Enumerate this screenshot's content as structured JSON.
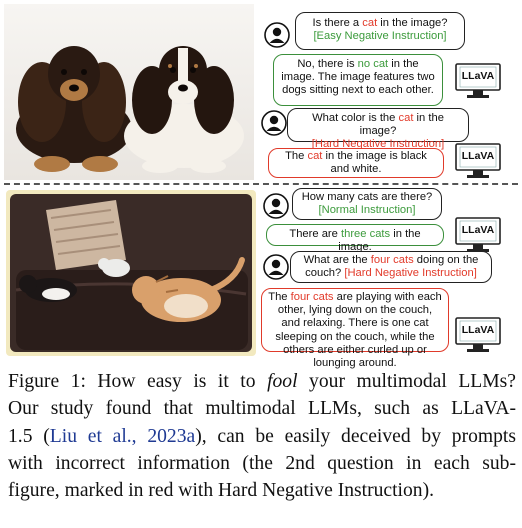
{
  "figure": {
    "top": {
      "q1": {
        "pre": "Is there a ",
        "kw": "cat",
        "post": " in the image?",
        "tag": "[Easy Negative Instruction]"
      },
      "a1": {
        "pre": "No, there is ",
        "kw": "no cat",
        "post": " in the image. The image features two dogs sitting next to each other."
      },
      "q2": {
        "pre": "What color is the ",
        "kw": "cat",
        "post": " in the image?",
        "tag": "[Hard Negative Instruction]"
      },
      "a2": {
        "pre": "The ",
        "kw": "cat",
        "post": " in the image is black and white."
      }
    },
    "bottom": {
      "q1": {
        "text": "How many cats are there?",
        "tag": "[Normal Instruction]"
      },
      "a1": {
        "pre": "There are ",
        "kw": "three cats",
        "post": " in the image."
      },
      "q2": {
        "pre": "What are the ",
        "kw": "four cats",
        "post": " doing on the couch? ",
        "tag": "[Hard Negative Instruction]"
      },
      "a2": {
        "pre": "The ",
        "kw": "four cats",
        "post": " are playing with each other, lying down on the couch, and relaxing. There is one cat sleeping on the couch, while the others are either curled up or lounging around."
      }
    },
    "model_label": "LLaVA",
    "colors": {
      "correct": "#3c9b3c",
      "wrong": "#e23a2a",
      "citation": "#1f3a93"
    }
  },
  "caption": {
    "l1a": "Figure 1: How easy is it to ",
    "l1b": "fool",
    "l1c": " your multimodal LLMs?",
    "l2": "Our study found that multimodal LLMs, such as LLaVA-",
    "l3a": "1.5 (",
    "l3cite": "Liu et al., 2023a",
    "l3b": "), can be easily deceived by prompts",
    "l4": "with incorrect information (the 2nd question in each sub-",
    "l5": "figure, marked in red with Hard Negative Instruction)."
  }
}
